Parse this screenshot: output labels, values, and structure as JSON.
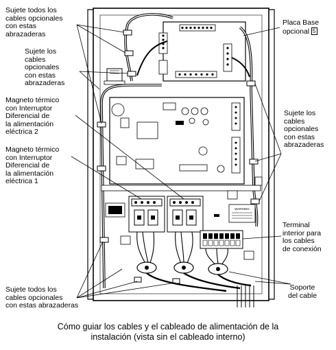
{
  "labels": {
    "clamps_top_left": "Sujete todos los\ncables opcionales\ncon estas\nabrazaderas",
    "clamps_upper_left": "Sujete los\ncables\nopcionales\ncon estas\nabrazaderas",
    "breaker_2": "Magneto térmico\ncon Interruptor\nDiferencial de\nla alimentación\neléctrica 2",
    "breaker_1": "Magneto térmico\ncon Interruptor\nDiferencial de\nla alimentación\neléctrica 1",
    "clamps_bottom_left": "Sujete todos los\ncables opcionales\ncon estas abrazaderas",
    "base_plate": "Placa Base\nopcional",
    "base_plate_ref": "5",
    "clamps_right": "Sujete los\ncables\nopcionales\ncon estas\nabrazaderas",
    "terminal": "Terminal\ninterior para\nlos cables\nde conexión",
    "cable_support": "Soporte\ndel cable"
  },
  "warning_text": "WARNING",
  "caption": "Cómo guiar los cables y el cableado de alimentación de la\ninstalación (vista sin el cableado interno)"
}
